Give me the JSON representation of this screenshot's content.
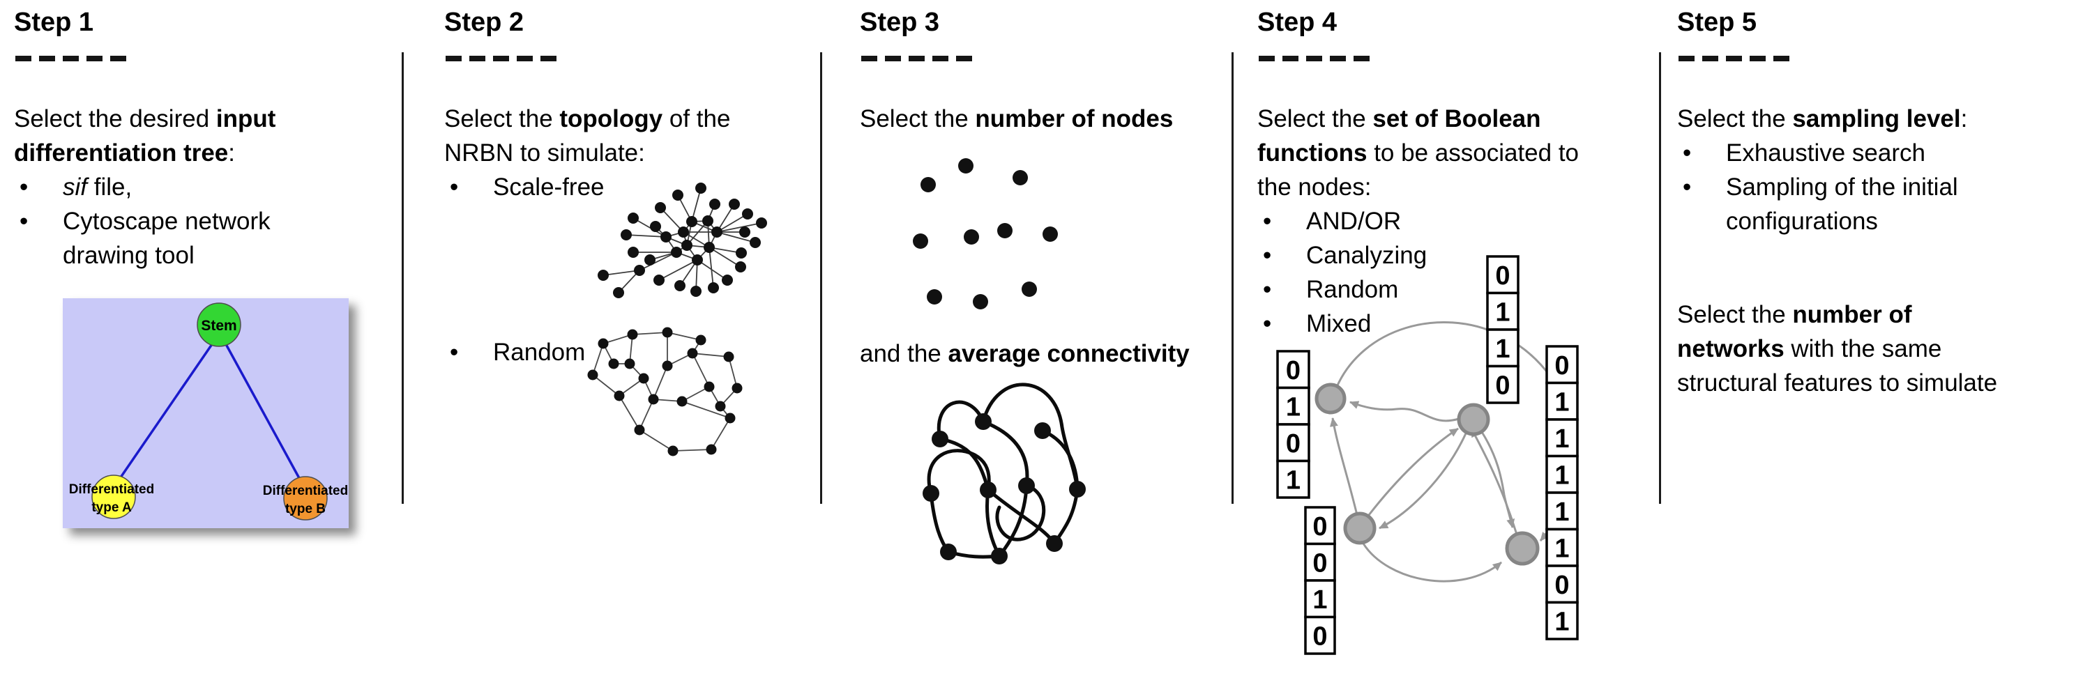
{
  "colors": {
    "tree_bg": "#c9c9f8",
    "stem_fill": "#33d633",
    "type_a_fill": "#ffff3d",
    "type_b_fill": "#f2952f",
    "tree_edge": "#1a1acc",
    "gray_node_fill": "#ababab",
    "gray_node_stroke": "#858585"
  },
  "steps": [
    {
      "title": "Step 1",
      "dashes": "- - - - -",
      "lines": {
        "a": "Select the desired ",
        "b": "input",
        "c": "differentiation tree",
        "d": ":"
      },
      "bullets": {
        "b1a": "sif",
        "b1b": " file,",
        "b2a": "Cytoscape network",
        "b2b": "drawing tool"
      },
      "tree": {
        "root": "Stem",
        "left1": "Differentiated",
        "left2": "type A",
        "right1": "Differentiated",
        "right2": "type B"
      }
    },
    {
      "title": "Step 2",
      "dashes": "- - - - -",
      "lines": {
        "a": "Select the ",
        "b": "topology",
        "c": " of the",
        "d": "NRBN to simulate:"
      },
      "bullets": {
        "b1": "Scale-free",
        "b2": "Random"
      }
    },
    {
      "title": "Step 3",
      "dashes": "- - - - -",
      "lines": {
        "a": "Select the ",
        "b": "number of nodes",
        "c": "and the ",
        "d": "average connectivity"
      }
    },
    {
      "title": "Step 4",
      "dashes": "- - - - -",
      "lines": {
        "a": "Select the ",
        "b": "set of Boolean",
        "c": "functions",
        "d": " to be associated to",
        "e": "the nodes:"
      },
      "bullets": {
        "b1": "AND/OR",
        "b2": "Canalyzing",
        "b3": "Random",
        "b4": "Mixed"
      },
      "tables": {
        "top": [
          "0",
          "1",
          "1",
          "0"
        ],
        "left": [
          "0",
          "1",
          "0",
          "1"
        ],
        "bottom_left": [
          "0",
          "0",
          "1",
          "0"
        ],
        "right": [
          "0",
          "1",
          "1",
          "1",
          "1",
          "1",
          "0",
          "1"
        ]
      }
    },
    {
      "title": "Step 5",
      "dashes": "- - - - -",
      "lines": {
        "a": "Select the ",
        "b": "sampling level",
        "c": ":",
        "d": "Select the ",
        "e": "number of",
        "f": "networks",
        "g": " with the same",
        "h": "structural features to simulate"
      },
      "bullets": {
        "b1": "Exhaustive search",
        "b2a": "Sampling of the initial",
        "b2b": "configurations"
      }
    }
  ]
}
